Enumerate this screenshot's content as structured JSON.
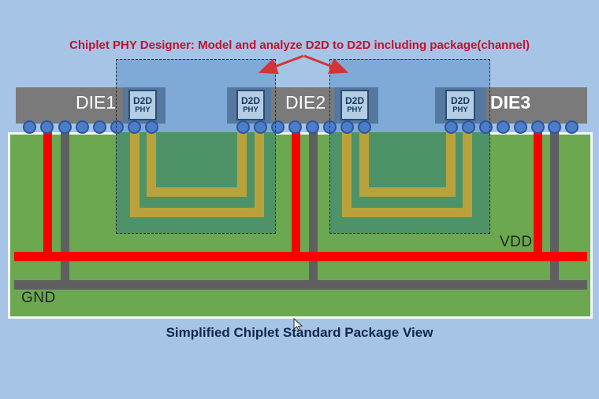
{
  "title": {
    "text": "Chiplet PHY Designer: Model and analyze D2D to D2D including package(channel)"
  },
  "caption": {
    "text": "Simplified Chiplet Standard Package View"
  },
  "power": {
    "vdd_label": "VDD",
    "gnd_label": "GND"
  },
  "dies": [
    {
      "label": "DIE1"
    },
    {
      "label": "DIE2"
    },
    {
      "label": "DIE3"
    }
  ],
  "phy": {
    "line1": "D2D",
    "line2": "PHY"
  },
  "icons": [
    "mouse-cursor-icon",
    "annotation-arrow-icon"
  ],
  "colors": {
    "bg": "#a6c4e6",
    "channel-blue": "#7fa9d6",
    "channel-teal": "#4e9368",
    "substrate-green": "#6ba850",
    "trace-yellow": "#b9a23b",
    "power-red": "#f70000",
    "gnd-gray": "#5f5f5f",
    "die-gray": "#7a7a7a",
    "phy-frame": "#54789f",
    "phy-inner": "#b3cde5",
    "bump-blue": "#4d7cc9",
    "title-red": "#c3112e",
    "caption-navy": "#10294a",
    "arrow-red": "#d23535"
  }
}
